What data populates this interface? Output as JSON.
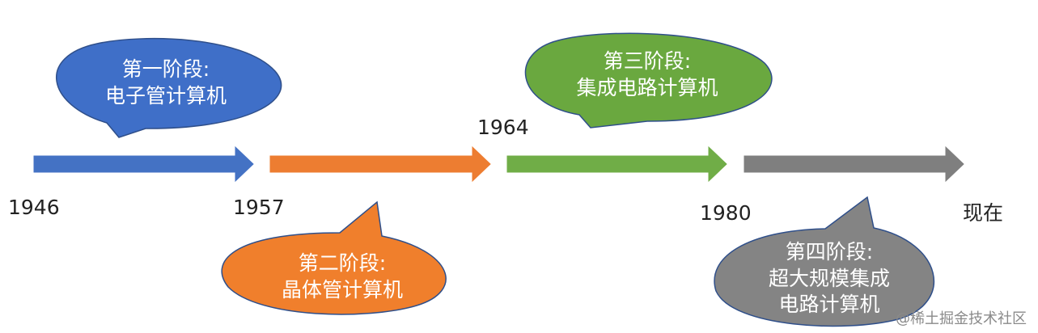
{
  "colors": {
    "stage1": "#4472c4",
    "stage2": "#ed7d31",
    "stage3": "#70ad47",
    "stage4": "#7f7f7f",
    "bubble1_fill": "#3f6fc8",
    "bubble2_fill": "#f07f2c",
    "bubble3_fill": "#6aa83f",
    "bubble4_fill": "#848484",
    "bubble_stroke": "#2f4f8a"
  },
  "years": [
    "1946",
    "1957",
    "1964",
    "1980",
    "现在"
  ],
  "stages": [
    {
      "line1": "第一阶段:",
      "line2": "电子管计算机"
    },
    {
      "line1": "第二阶段:",
      "line2": "晶体管计算机"
    },
    {
      "line1": "第三阶段:",
      "line2": "集成电路计算机"
    },
    {
      "line1": "第四阶段:",
      "line2": "超大规模集成",
      "line3": "电路计算机"
    }
  ],
  "watermark": "@稀土掘金技术社区"
}
